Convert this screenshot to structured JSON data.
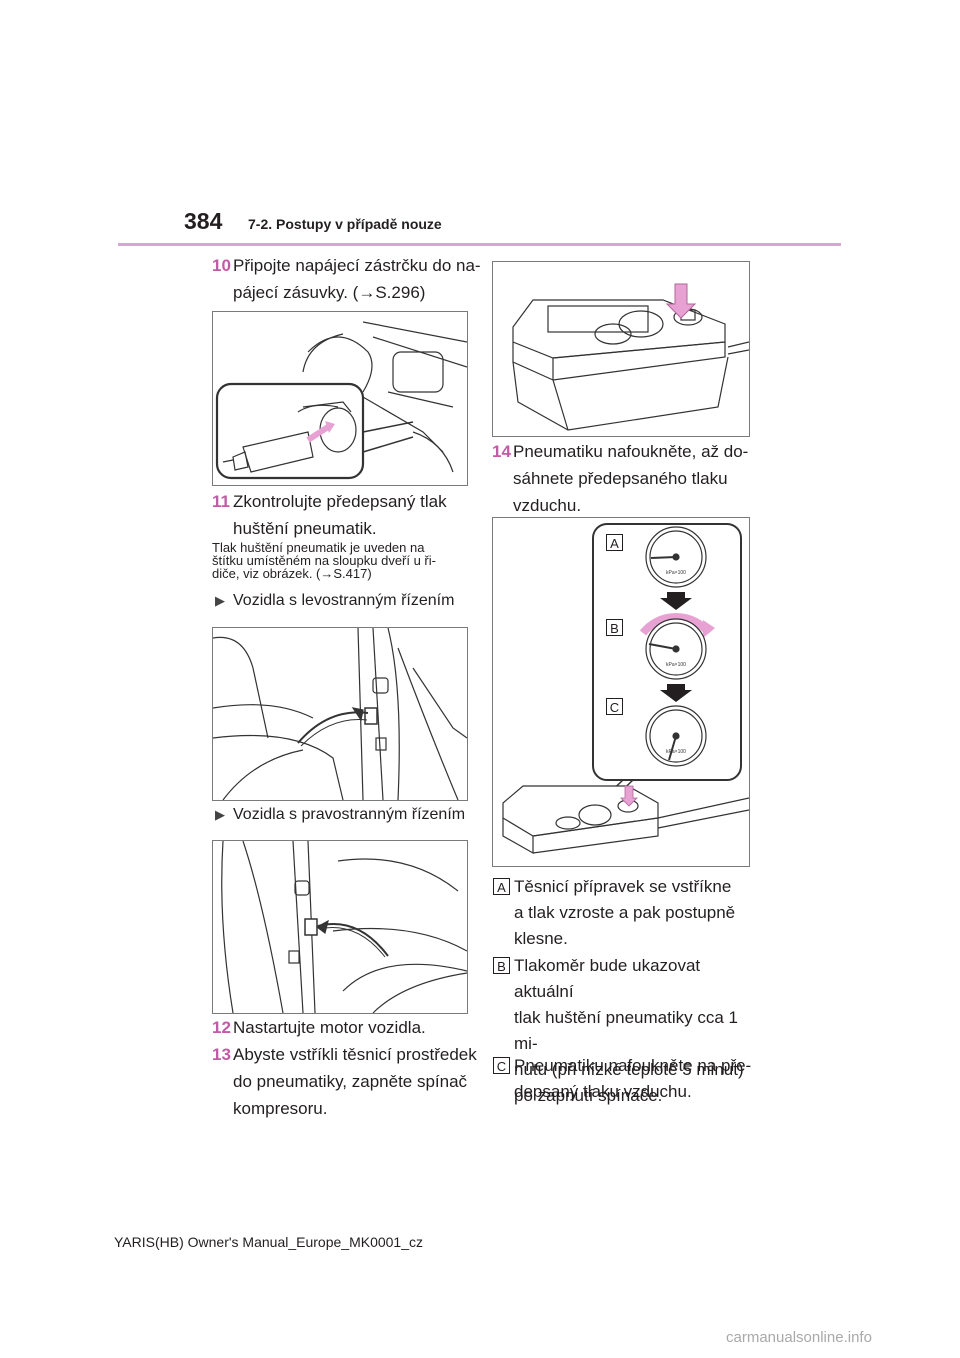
{
  "header": {
    "page_number": "384",
    "section_title": "7-2. Postupy v případě nouze"
  },
  "steps": [
    {
      "num": "10",
      "lines": [
        "Připojte napájecí zástrčku do na-",
        "pájecí zásuvky. (→S.296)"
      ]
    },
    {
      "num": "11",
      "lines": [
        "Zkontrolujte předepsaný tlak",
        "huštění pneumatik."
      ]
    },
    {
      "num": "12",
      "lines": [
        "Nastartujte motor vozidla."
      ]
    },
    {
      "num": "13",
      "lines": [
        "Abyste vstříkli těsnicí prostředek",
        "do pneumatiky, zapněte spínač",
        "kompresoru."
      ]
    },
    {
      "num": "14",
      "lines": [
        "Pneumatiku nafoukněte, až do-",
        "sáhnete předepsaného tlaku",
        "vzduchu."
      ]
    }
  ],
  "note": {
    "lines": [
      "Tlak huštění pneumatik je uveden na",
      "štítku umístěném na sloupku dveří u ři-",
      "diče, viz obrázek. (→S.417)"
    ]
  },
  "subheads": {
    "left_hand": "Vozidla s levostranným řízením",
    "right_hand": "Vozidla s pravostranným řízením"
  },
  "gauge_figure": {
    "labels": [
      "A",
      "B",
      "C"
    ],
    "unit": "kPa×100"
  },
  "legend": [
    {
      "letter": "A",
      "lines": [
        "Těsnicí přípravek se vstříkne",
        "a tlak vzroste a pak postupně",
        "klesne."
      ]
    },
    {
      "letter": "B",
      "lines": [
        "Tlakoměr bude ukazovat aktuální",
        "tlak huštění pneumatiky cca 1 mi-",
        "nutu (při nízké teplotě 5 minut)",
        "po zapnutí spínače."
      ]
    },
    {
      "letter": "C",
      "lines": [
        "Pneumatiku nafoukněte na pře-",
        "depsaný tlaku vzduchu."
      ]
    }
  ],
  "footer": {
    "text": "YARIS(HB) Owner's Manual_Europe_MK0001_cz"
  },
  "watermark": {
    "text": "carmanualsonline.info"
  },
  "colors": {
    "accent": "#c35aa5",
    "rule": "#d9a6d3",
    "arrow_pink": "#e7a2d3"
  }
}
